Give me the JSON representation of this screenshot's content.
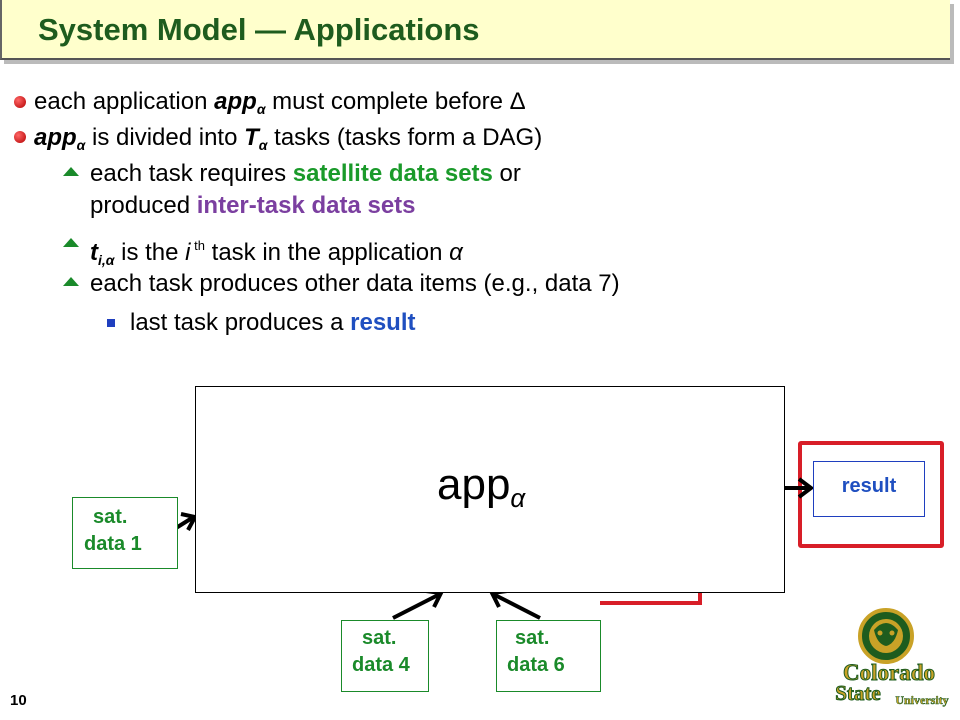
{
  "title": "System Model — Applications",
  "bullets": {
    "b1": {
      "pre": "each application ",
      "app": "app",
      "sub": "α",
      "post": " must complete before Δ"
    },
    "b2": {
      "app": "app",
      "sub1": "α",
      "mid": " is divided into ",
      "t": "T",
      "sub2": "α",
      "post": " tasks (tasks form a DAG)"
    },
    "b3": {
      "pre": "each task requires ",
      "green": "satellite data sets",
      "mid": " or",
      "line2_pre": "produced ",
      "purple": "inter-task data sets"
    },
    "b4": {
      "t": "t",
      "sub": "i,α",
      "mid": " is the ",
      "i": "i",
      "sup": " th",
      "post": " task in the application ",
      "alpha": "α"
    },
    "b5": {
      "text": "each task produces other data items (e.g., data 7)"
    },
    "b6": {
      "pre": "last task produces a ",
      "blue": "result"
    }
  },
  "diagram": {
    "app_label": "app",
    "app_sub": "α",
    "data1": [
      "sat.",
      "data 1"
    ],
    "data4": [
      "sat.",
      "data 4"
    ],
    "data6": [
      "sat.",
      "data 6"
    ],
    "result": "result"
  },
  "colors": {
    "title": "#1e5c1e",
    "title_bg": "#ffffcc",
    "green": "#1a9a2a",
    "purple": "#7b3fa0",
    "blue": "#1f4fc0",
    "red": "#d81e28"
  },
  "logo": {
    "line1": "Colorado",
    "line2": "State",
    "line3": "University"
  },
  "slide_number": "10"
}
